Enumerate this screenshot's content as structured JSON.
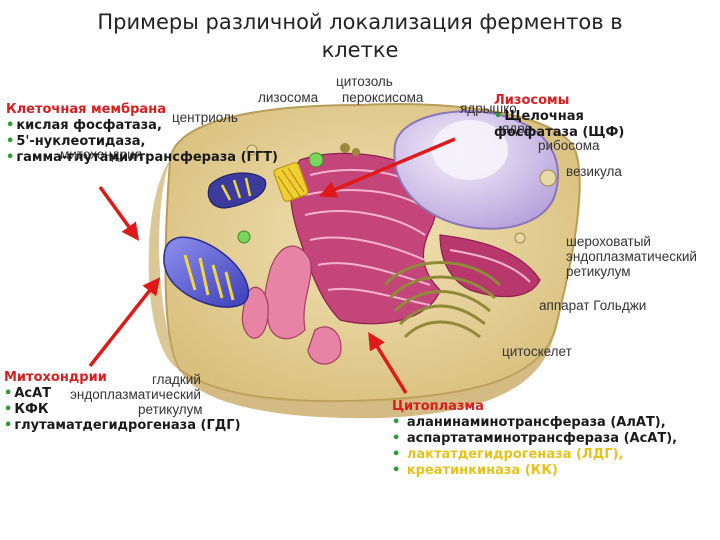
{
  "title": "Примеры различной локализация ферментов в клетке",
  "structure_labels": {
    "cytosol": "цитозоль",
    "lysosome": "лизосома",
    "peroxisome": "пероксисома",
    "nucleolus": "ядрышко",
    "nucleus": "ядро",
    "centriole": "центриоль",
    "ribosome": "рибосома",
    "mitochondrion": "митохондрия",
    "vesicle": "везикула",
    "rough_er_1": "шероховатый",
    "rough_er_2": "эндоплазматический",
    "rough_er_3": "ретикулум",
    "golgi": "аппарат Гольджи",
    "cytoskeleton": "цитоскелет",
    "smooth_er_1": "гладкий",
    "smooth_er_2": "эндоплазматический",
    "smooth_er_3": "ретикулум"
  },
  "groups": {
    "membrane": {
      "heading": "Клеточная мембрана",
      "bullet": "•",
      "items": [
        "кислая фосфатаза,",
        "5'-нуклеотидаза,",
        "гамма-глутамилтрансфераза (ГГТ)"
      ]
    },
    "lysosomes": {
      "heading": "Лизосомы",
      "bullet": "•",
      "items": [
        "Щелочная",
        "фосфатаза (ЩФ)"
      ]
    },
    "mitochondria": {
      "heading": "Митохондрии",
      "bullet": "•",
      "items": [
        "АсАТ",
        "КФК",
        "глутаматдегидрогеназа (ГДГ)"
      ]
    },
    "cytoplasm": {
      "heading": "Цитоплазма",
      "bullet": "•",
      "items": [
        "аланинаминотрансфераза (АлАТ),",
        "аспартатаминотрансфераза (АсАТ),",
        "лактатдегидрогеназа (ЛДГ),",
        "креатинкиназа (КК)"
      ]
    }
  },
  "colors": {
    "arrow": "#e01818",
    "heading": "#d62020",
    "bullet": "#2a9a3a",
    "highlight": "#e7c21a",
    "cytoplasm": "#e9d5a0",
    "rough_er": "#b8386e",
    "mitochondrion": "#5f62d8",
    "nucleus": "#c9b4e8"
  }
}
